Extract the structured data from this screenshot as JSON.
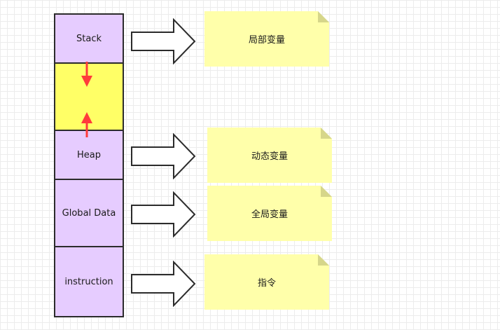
{
  "memory_layout": {
    "segments": [
      {
        "id": "stack",
        "label": "Stack",
        "color": "#e6ccff"
      },
      {
        "id": "free",
        "label": "",
        "color": "#ffff66"
      },
      {
        "id": "heap",
        "label": "Heap",
        "color": "#e6ccff"
      },
      {
        "id": "global-data",
        "label": "Global Data",
        "color": "#e6ccff"
      },
      {
        "id": "instruction",
        "label": "instruction",
        "color": "#e6ccff"
      }
    ]
  },
  "notes": [
    {
      "id": "stack",
      "label": "局部变量"
    },
    {
      "id": "heap",
      "label": "动态变量"
    },
    {
      "id": "global-data",
      "label": "全局变量"
    },
    {
      "id": "instruction",
      "label": "指令"
    }
  ],
  "colors": {
    "note_fill": "#ffffaa",
    "note_fold": "#d6d68a",
    "growth_arrow": "#ff3b3b",
    "block_arrow_fill": "#ffffff",
    "outline": "#2b2b2b"
  }
}
